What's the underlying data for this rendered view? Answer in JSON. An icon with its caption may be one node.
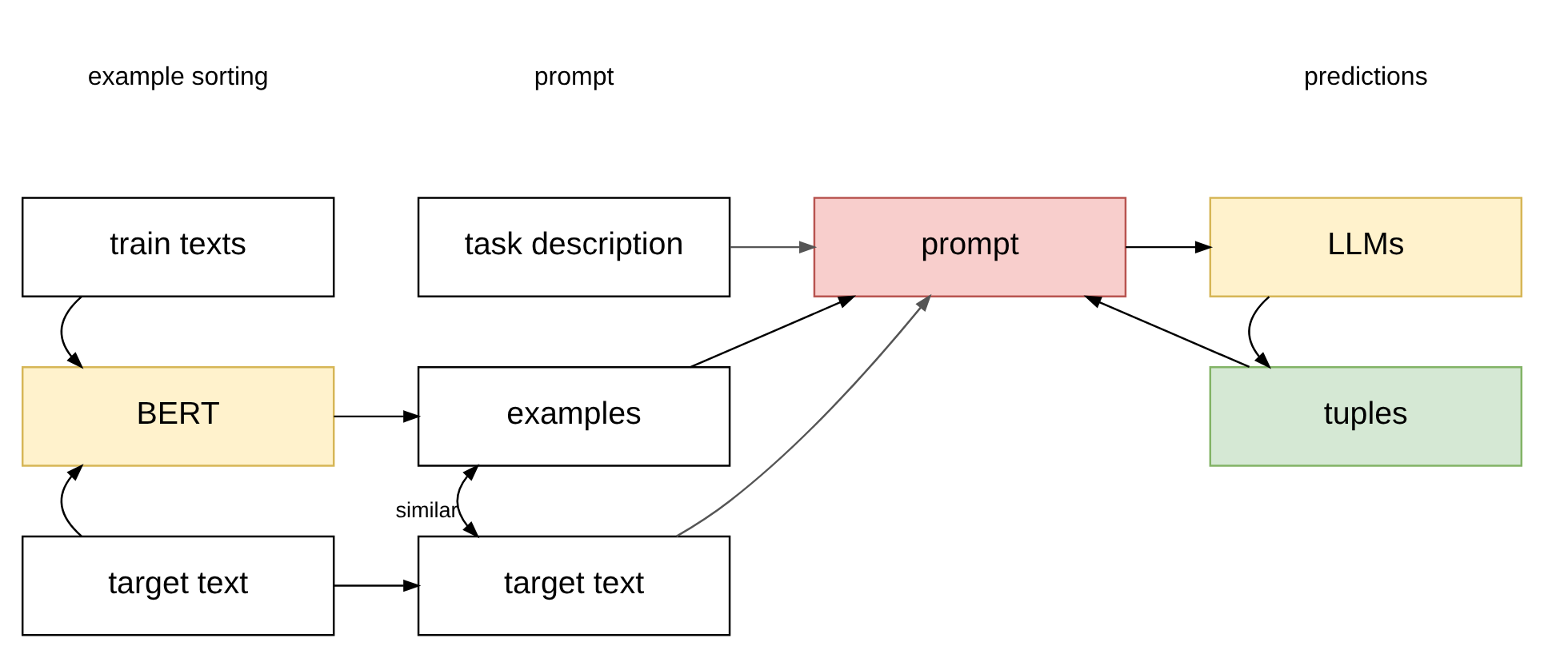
{
  "diagram": {
    "nodes": [
      {
        "text": [
          "train texts"
        ]
      },
      {
        "text": [
          "BERT"
        ]
      },
      {
        "text": [
          "target text"
        ]
      },
      {
        "text": [
          "task description"
        ]
      },
      {
        "text": [
          "examples"
        ]
      },
      {
        "text": [
          "target text"
        ]
      },
      {
        "text": [
          "prompt"
        ]
      },
      {
        "text": [
          "LLMs"
        ]
      },
      {
        "text": [
          "tuples"
        ]
      }
    ],
    "edges": [
      {
        "from": 0,
        "to": 1,
        "arrow": "to"
      },
      {
        "from": 2,
        "to": 1,
        "arrow": "to"
      },
      {
        "from": 1,
        "to": 4,
        "arrow": "to"
      },
      {
        "from": 2,
        "to": 5,
        "arrow": "to"
      },
      {
        "from": 4,
        "to": 5,
        "arrow": "both",
        "label": "similar"
      },
      {
        "from": 3,
        "to": 6,
        "arrow": "to",
        "color": "#555555"
      },
      {
        "from": 4,
        "to": 6,
        "arrow": "to"
      },
      {
        "from": 5,
        "to": 6,
        "arrow": "to",
        "color": "#555555"
      },
      {
        "from": 6,
        "to": 7,
        "arrow": "to"
      },
      {
        "from": 7,
        "to": 8,
        "arrow": "to"
      },
      {
        "from": 8,
        "to": 6,
        "arrow": "to"
      }
    ],
    "labels": [
      "example sorting",
      "prompt",
      "predictions"
    ]
  }
}
